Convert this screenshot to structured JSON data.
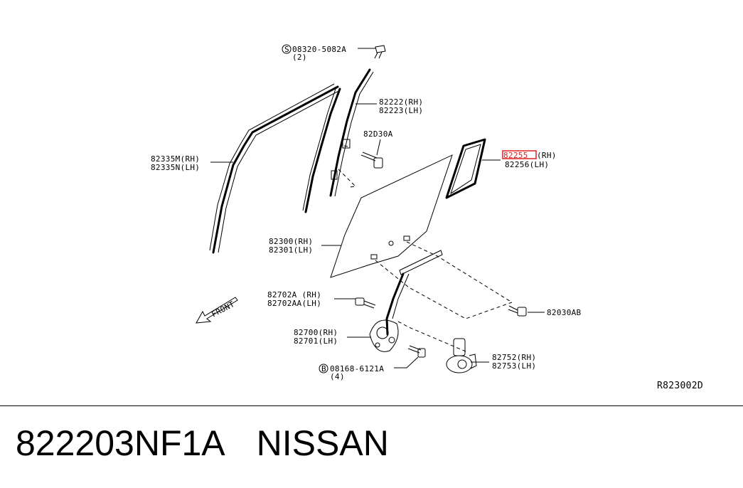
{
  "callouts": [
    {
      "id": "c1",
      "l1": "08320-5082A",
      "l2": "(2)"
    },
    {
      "id": "c2",
      "l1": "82222(RH)",
      "l2": "82223(LH)"
    },
    {
      "id": "c3",
      "l1": "82D30A"
    },
    {
      "id": "c4",
      "l1_hl": "82255",
      "l1_rest": "(RH)",
      "l2": "82256(LH)"
    },
    {
      "id": "c5",
      "l1": "82335M(RH)",
      "l2": "82335N(LH)"
    },
    {
      "id": "c6",
      "l1": "82300(RH)",
      "l2": "82301(LH)"
    },
    {
      "id": "c7",
      "l1": "82702A (RH)",
      "l2": "82702AA(LH)"
    },
    {
      "id": "c8",
      "l1": "82030AB"
    },
    {
      "id": "c9",
      "l1": "82700(RH)",
      "l2": "82701(LH)"
    },
    {
      "id": "c10",
      "l1": "82752(RH)",
      "l2": "82753(LH)"
    },
    {
      "id": "c11",
      "l1": "08168-6121A",
      "l2": "(4)"
    }
  ],
  "front_label": "FRONT",
  "symbol_s": "S",
  "symbol_b": "B",
  "diagram_ref": "R823002D",
  "footer": {
    "part_number": "822203NF1A",
    "brand": "NISSAN"
  },
  "highlight_color": "#e02020"
}
